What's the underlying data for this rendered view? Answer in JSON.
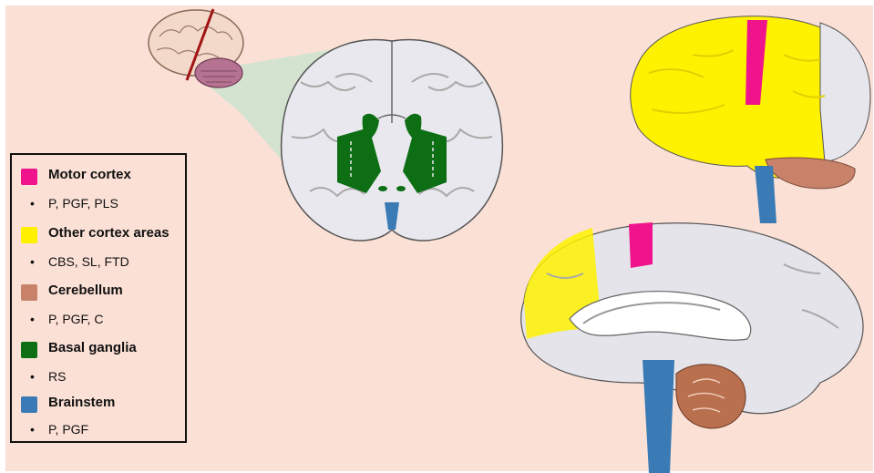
{
  "legend": {
    "items": [
      {
        "region": "Motor cortex",
        "diseases": "P, PGF, PLS",
        "color": "#f0148c"
      },
      {
        "region": "Other cortex areas",
        "diseases": "CBS, SL, FTD",
        "color": "#fff000"
      },
      {
        "region": "Cerebellum",
        "diseases": "P, PGF, C",
        "color": "#c8826a"
      },
      {
        "region": "Basal ganglia",
        "diseases": "RS",
        "color": "#0d6e14"
      },
      {
        "region": "Brainstem",
        "diseases": "P, PGF",
        "color": "#3a7bb5"
      }
    ],
    "bullet": "•"
  },
  "colors": {
    "background": "#fbe0d6",
    "cortex_gray": "#e4e4ea",
    "zoom_wedge": "#cfe3cf",
    "cut_line": "#a11414"
  },
  "icons": [
    "brain-thumbnail-icon",
    "coronal-section-icon",
    "lateral-brain-icon",
    "sagittal-brain-icon"
  ]
}
